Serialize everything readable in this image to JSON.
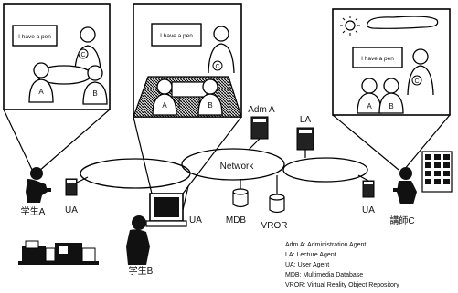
{
  "panels": {
    "left": {
      "speech": "I have a pen",
      "persons": [
        "C",
        "A",
        "B"
      ]
    },
    "middle": {
      "speech": "I have a pen",
      "persons": [
        "C",
        "A",
        "B"
      ]
    },
    "right": {
      "speech": "I have a pen",
      "persons": [
        "C",
        "A",
        "B"
      ]
    }
  },
  "network": {
    "label": "Network"
  },
  "nodes": {
    "adm_a": "Adm A",
    "la": "LA",
    "ua_left": "UA",
    "ua_middle": "UA",
    "ua_right": "UA",
    "mdb": "MDB",
    "vror": "VROR"
  },
  "people": {
    "student_a": "学生A",
    "student_b": "学生B",
    "lecturer_c": "講師C"
  },
  "legend": [
    "Adm A: Administration Agent",
    "LA: Lecture Agent",
    "UA: User Agent",
    "MDB: Multimedia Database",
    "VROR: Virtual Reality Object Repository"
  ]
}
